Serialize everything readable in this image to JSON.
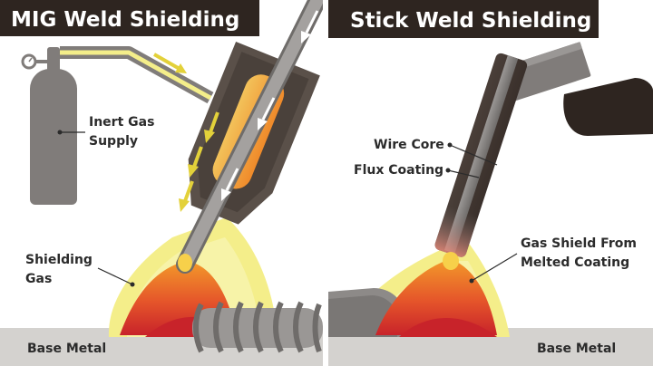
{
  "panels": {
    "left": {
      "title": "MIG Weld Shielding",
      "labels": {
        "gas_supply_line1": "Inert Gas",
        "gas_supply_line2": "Supply",
        "shielding_gas_line1": "Shielding",
        "shielding_gas_line2": "Gas",
        "base_metal": "Base Metal"
      }
    },
    "right": {
      "title": "Stick Weld Shielding",
      "labels": {
        "wire_core": "Wire Core",
        "flux_coating": "Flux Coating",
        "gas_shield_line1": "Gas Shield From",
        "gas_shield_line2": "Melted Coating",
        "base_metal": "Base Metal"
      }
    }
  },
  "colors": {
    "title_bar": "#2e2520",
    "base_metal": "#d4d2cf",
    "nozzle": "#5a5049",
    "gas_glow": "#f5f09a",
    "arrow": "#e3d13a",
    "weld_pool": "#d4402a",
    "steel": "#8d8a88"
  }
}
